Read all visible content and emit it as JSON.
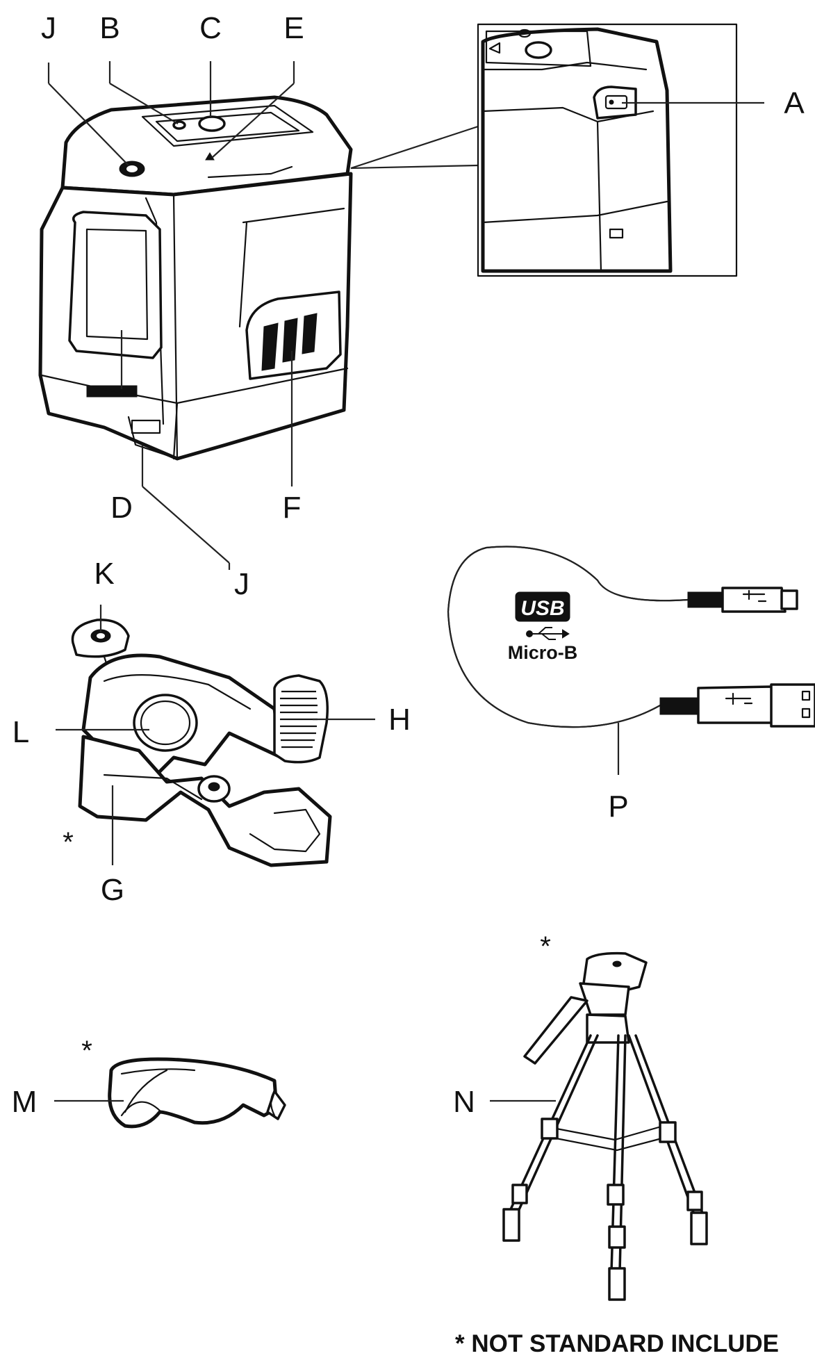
{
  "labels": {
    "J_top": "J",
    "B": "B",
    "C": "C",
    "E": "E",
    "A": "A",
    "D": "D",
    "F": "F",
    "J_bottom": "J",
    "K": "K",
    "L": "L",
    "H": "H",
    "G": "G",
    "P": "P",
    "M": "M",
    "N": "N"
  },
  "asterisks": {
    "clamp": "*",
    "glasses": "*",
    "tripod": "*"
  },
  "cable": {
    "usb_logo": "USB",
    "connector": "Micro-B"
  },
  "footnote": "* NOT STANDARD INCLUDE",
  "colors": {
    "ink": "#111111",
    "paper": "#ffffff"
  }
}
